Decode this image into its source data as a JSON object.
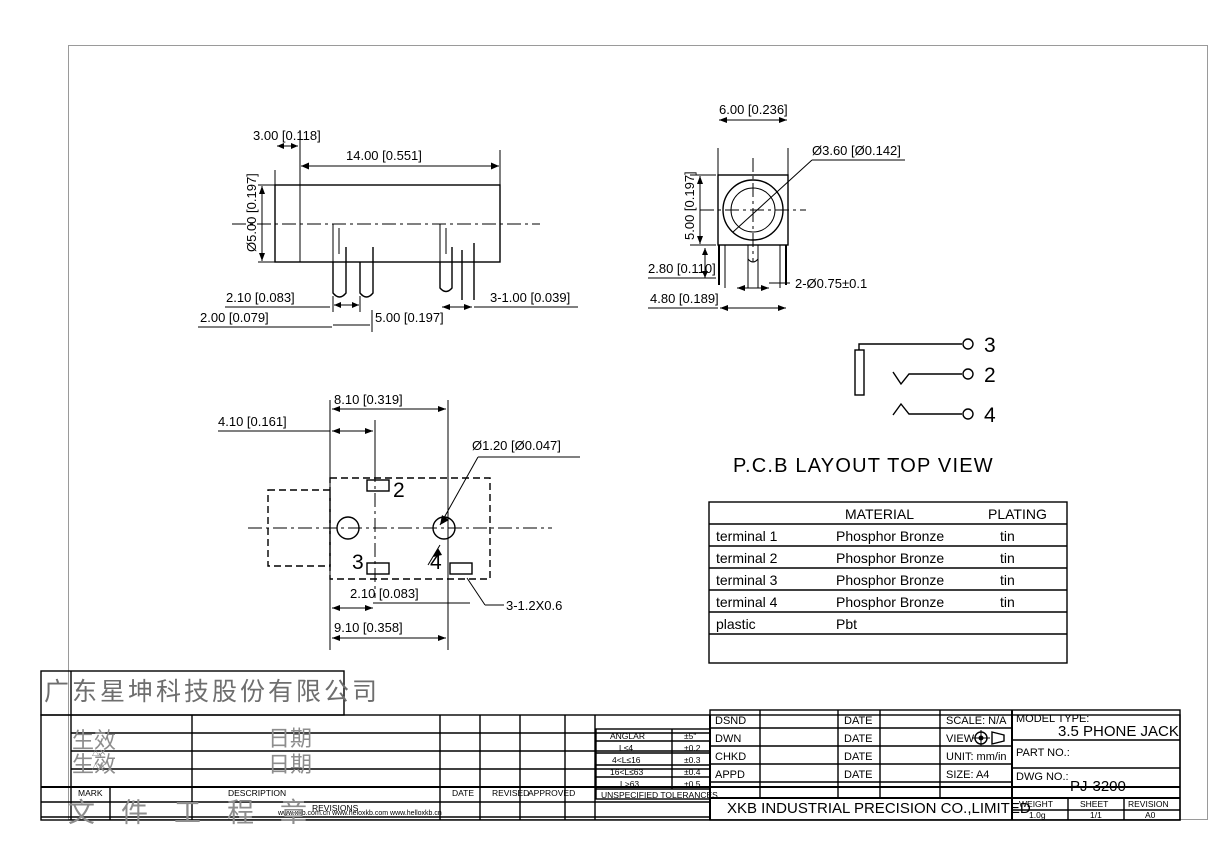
{
  "document": {
    "title": "3.5 PHONE JACK",
    "dwg_no": "PJ-3200",
    "company": "XKB INDUSTRIAL PRECISION CO.,LIMITED",
    "company_cn": "广东星坤科技股份有限公司",
    "section_heading": "P.C.B LAYOUT  TOP  VIEW"
  },
  "views": {
    "side_view": {
      "dims": [
        "3.00 [0.118]",
        "14.00 [0.551]",
        "Ø5.00 [0.197]",
        "2.10 [0.083]",
        "2.00 [0.079]",
        "5.00 [0.197]",
        "3-1.00 [0.039]"
      ]
    },
    "front_view": {
      "dims": [
        "6.00 [0.236]",
        "Ø3.60 [Ø0.142]",
        "5.00 [0.197]",
        "2.80 [0.110]",
        "4.80 [0.189]",
        "2-Ø0.75±0.1"
      ]
    },
    "pcb_layout": {
      "dims": [
        "8.10 [0.319]",
        "4.10 [0.161]",
        "Ø1.20 [Ø0.047]",
        "2.10 [0.083]",
        "9.10 [0.358]",
        "3-1.2X0.6"
      ],
      "pad_labels": [
        "2",
        "3",
        "4"
      ]
    },
    "schematic": {
      "terminal_labels": [
        "3",
        "2",
        "4"
      ]
    }
  },
  "material_table": {
    "headers": [
      "",
      "MATERIAL",
      "PLATING"
    ],
    "rows": [
      [
        "terminal 1",
        "Phosphor Bronze",
        "tin"
      ],
      [
        "terminal 2",
        "Phosphor Bronze",
        "tin"
      ],
      [
        "terminal 3",
        "Phosphor Bronze",
        "tin"
      ],
      [
        "terminal 4",
        "Phosphor Bronze",
        "tin"
      ],
      [
        "plastic",
        "Pbt",
        ""
      ],
      [
        "",
        "",
        ""
      ]
    ]
  },
  "tolerance_table": {
    "rows": [
      [
        "ANGLAR",
        "±5\""
      ],
      [
        "L≤4",
        "±0.2"
      ],
      [
        "4<L≤16",
        "±0.3"
      ],
      [
        "16<L≤63",
        "±0.4"
      ],
      [
        "L>63",
        "±0.5"
      ]
    ],
    "footer": "UNSPECIFIED TOLERANCES"
  },
  "revision_block": {
    "headers": [
      "MARK",
      "DESCRIPTION",
      "DATE",
      "REVISED",
      "APPROVED"
    ],
    "label": "REVISIONS",
    "urls": "www.xkb.com.cn    www.heloxkb.com    www.helloxkb.cn"
  },
  "title_block": {
    "rows": [
      {
        "role": "DSND",
        "name": "",
        "date_label": "DATE",
        "date": ""
      },
      {
        "role": "DWN",
        "name": "",
        "date_label": "DATE",
        "date": ""
      },
      {
        "role": "CHKD",
        "name": "",
        "date_label": "DATE",
        "date": ""
      },
      {
        "role": "APPD",
        "name": "",
        "date_label": "DATE",
        "date": ""
      }
    ],
    "scale": "SCALE: N/A",
    "view": "VIEW",
    "unit": "UNIT: mm/in",
    "size": "SIZE: A4",
    "model_type_label": "MODEL TYPE:",
    "part_no_label": "PART NO.:",
    "part_no": "",
    "dwg_no_label": "DWG NO.:",
    "weight_label": "WEIGHT",
    "weight": "1.0g",
    "sheet_label": "SHEET",
    "sheet": "1/1",
    "revision_label": "REVISION",
    "revision": "A0"
  },
  "stamps": {
    "effective": "生效",
    "date": "日期",
    "seal": "文件工程章"
  }
}
